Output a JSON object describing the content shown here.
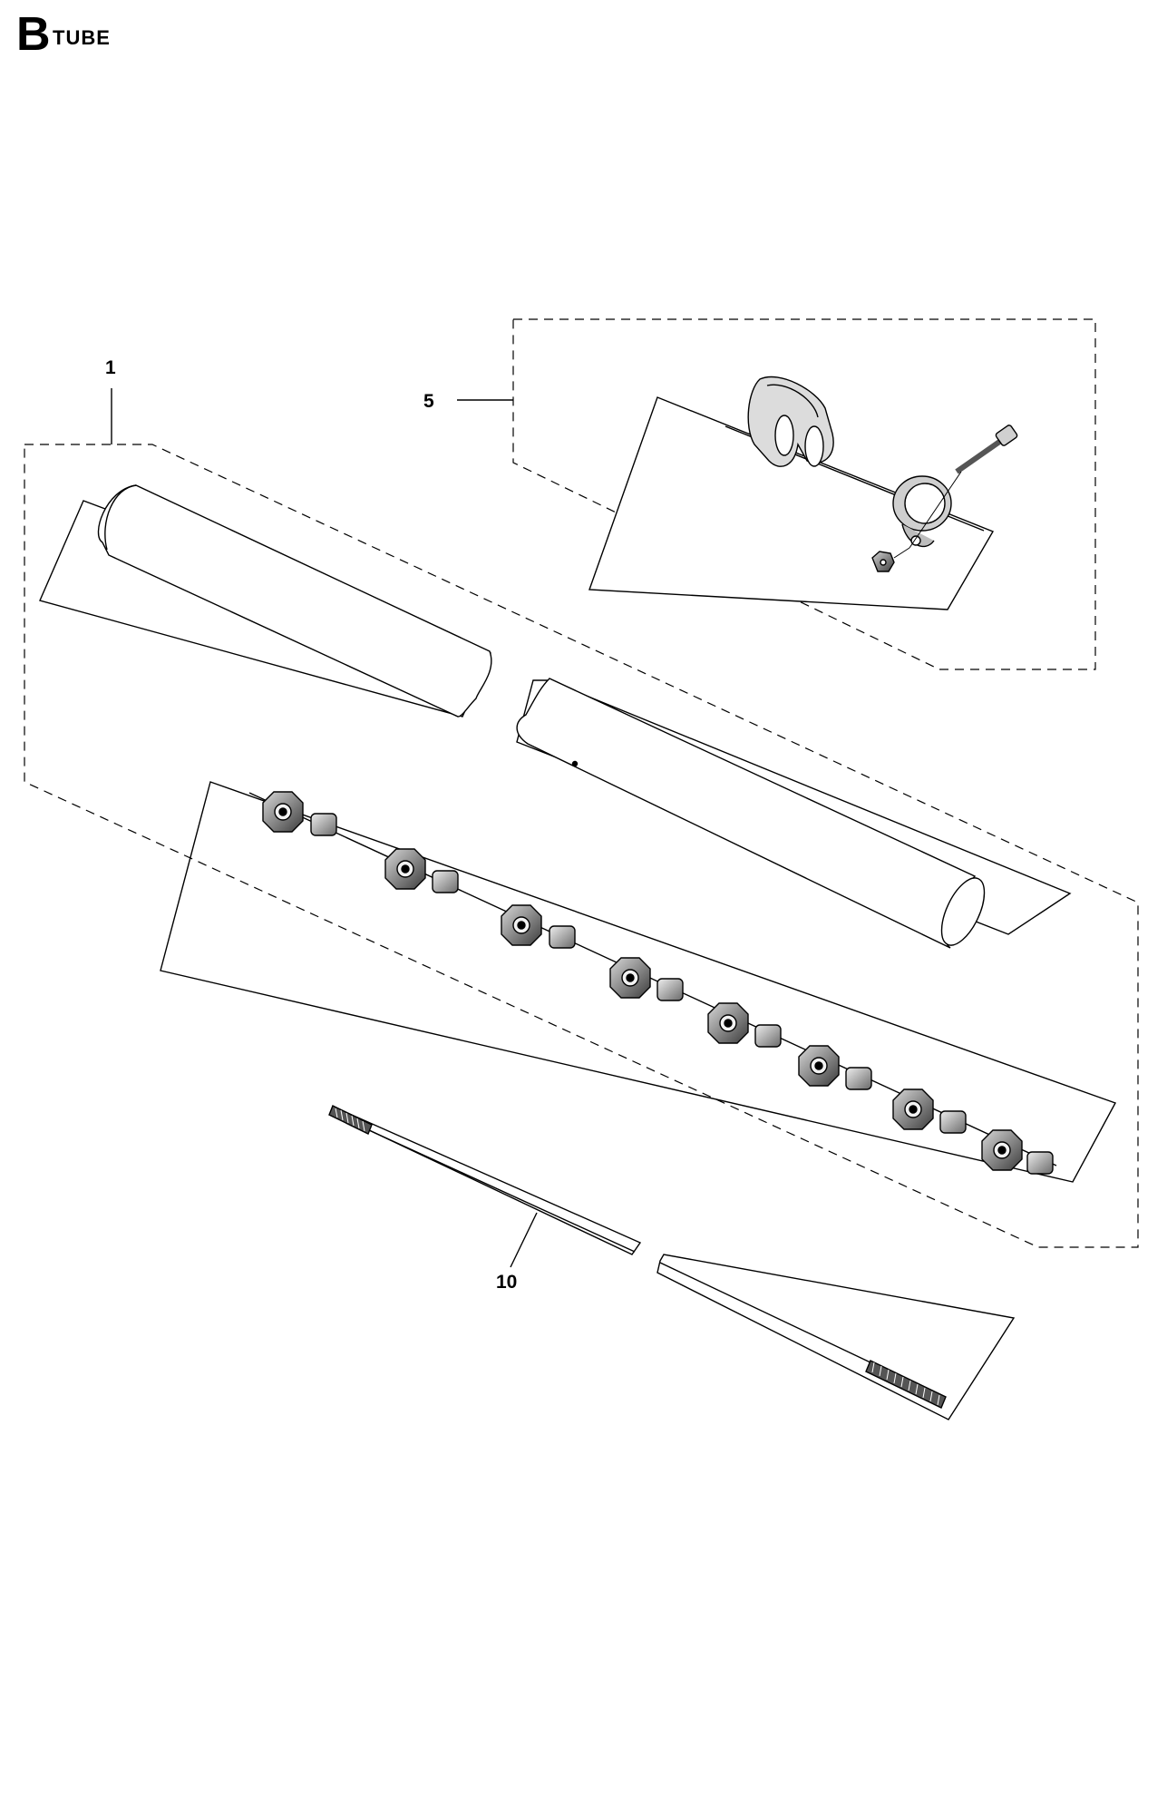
{
  "section": {
    "letter": "B",
    "title": "TUBE"
  },
  "callouts": [
    {
      "id": "tube-assembly",
      "label": "1"
    },
    {
      "id": "handle-clamp-kit",
      "label": "5"
    },
    {
      "id": "drive-shaft",
      "label": "10"
    }
  ]
}
